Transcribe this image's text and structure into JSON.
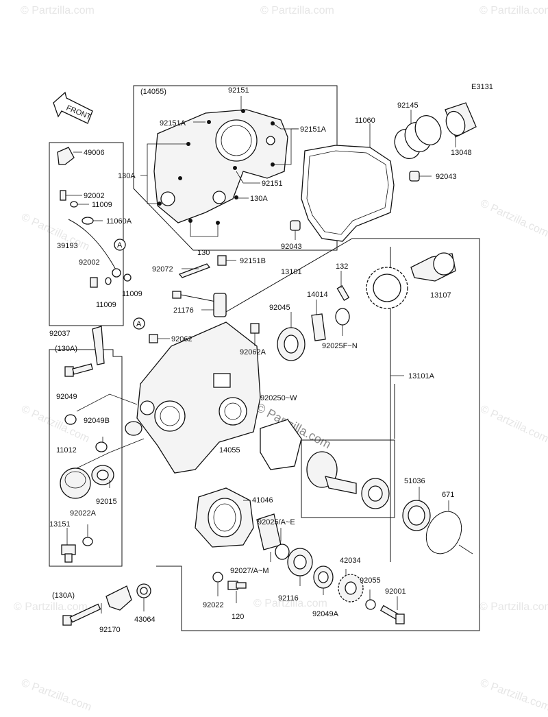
{
  "diagram_code": "E3131",
  "front_label": "FRONT",
  "watermark": "© Partzilla.com",
  "center_watermark": "© Partzilla.com",
  "callout_a": "A",
  "parts": [
    {
      "id": "p14055top",
      "text": "(14055)"
    },
    {
      "id": "p92151a",
      "text": "92151"
    },
    {
      "id": "p92151A1",
      "text": "92151A"
    },
    {
      "id": "p92151A2",
      "text": "92151A"
    },
    {
      "id": "p130A1",
      "text": "130A"
    },
    {
      "id": "p92151b",
      "text": "92151"
    },
    {
      "id": "p130A2",
      "text": "130A"
    },
    {
      "id": "p130",
      "text": "130"
    },
    {
      "id": "p49006",
      "text": "49006"
    },
    {
      "id": "p92002a",
      "text": "92002"
    },
    {
      "id": "p11009a",
      "text": "11009"
    },
    {
      "id": "p11060A",
      "text": "11060A"
    },
    {
      "id": "p39193",
      "text": "39193"
    },
    {
      "id": "p92002b",
      "text": "92002"
    },
    {
      "id": "p11009b",
      "text": "11009"
    },
    {
      "id": "p11009c",
      "text": "11009"
    },
    {
      "id": "p11060",
      "text": "11060"
    },
    {
      "id": "p92145",
      "text": "92145"
    },
    {
      "id": "p13048",
      "text": "13048"
    },
    {
      "id": "p92043a",
      "text": "92043"
    },
    {
      "id": "p92043b",
      "text": "92043"
    },
    {
      "id": "p92072",
      "text": "92072"
    },
    {
      "id": "p92151B",
      "text": "92151B"
    },
    {
      "id": "p13101",
      "text": "13101"
    },
    {
      "id": "p132",
      "text": "132"
    },
    {
      "id": "p13107",
      "text": "13107"
    },
    {
      "id": "p14014",
      "text": "14014"
    },
    {
      "id": "p21176",
      "text": "21176"
    },
    {
      "id": "p92045",
      "text": "92045"
    },
    {
      "id": "p92025FN",
      "text": "92025F~N"
    },
    {
      "id": "p92037",
      "text": "92037"
    },
    {
      "id": "p130Ab",
      "text": "(130A)"
    },
    {
      "id": "p92062",
      "text": "92062"
    },
    {
      "id": "p92062A",
      "text": "92062A"
    },
    {
      "id": "p13101A",
      "text": "13101A"
    },
    {
      "id": "p92049",
      "text": "92049"
    },
    {
      "id": "p92049B",
      "text": "92049B"
    },
    {
      "id": "p920250W",
      "text": "920250~W"
    },
    {
      "id": "p11012",
      "text": "11012"
    },
    {
      "id": "p14055",
      "text": "14055"
    },
    {
      "id": "p92015",
      "text": "92015"
    },
    {
      "id": "p92022A",
      "text": "92022A"
    },
    {
      "id": "p13151",
      "text": "13151"
    },
    {
      "id": "p41046",
      "text": "41046"
    },
    {
      "id": "p51036",
      "text": "51036"
    },
    {
      "id": "p671",
      "text": "671"
    },
    {
      "id": "p92025AE",
      "text": "92025/A~E"
    },
    {
      "id": "p92027AM",
      "text": "92027/A~M"
    },
    {
      "id": "p42034",
      "text": "42034"
    },
    {
      "id": "p92055",
      "text": "92055"
    },
    {
      "id": "p92001",
      "text": "92001"
    },
    {
      "id": "p92022",
      "text": "92022"
    },
    {
      "id": "p120",
      "text": "120"
    },
    {
      "id": "p92116",
      "text": "92116"
    },
    {
      "id": "p92049A",
      "text": "92049A"
    },
    {
      "id": "p130Ac",
      "text": "(130A)"
    },
    {
      "id": "p92170",
      "text": "92170"
    },
    {
      "id": "p43064",
      "text": "43064"
    }
  ]
}
